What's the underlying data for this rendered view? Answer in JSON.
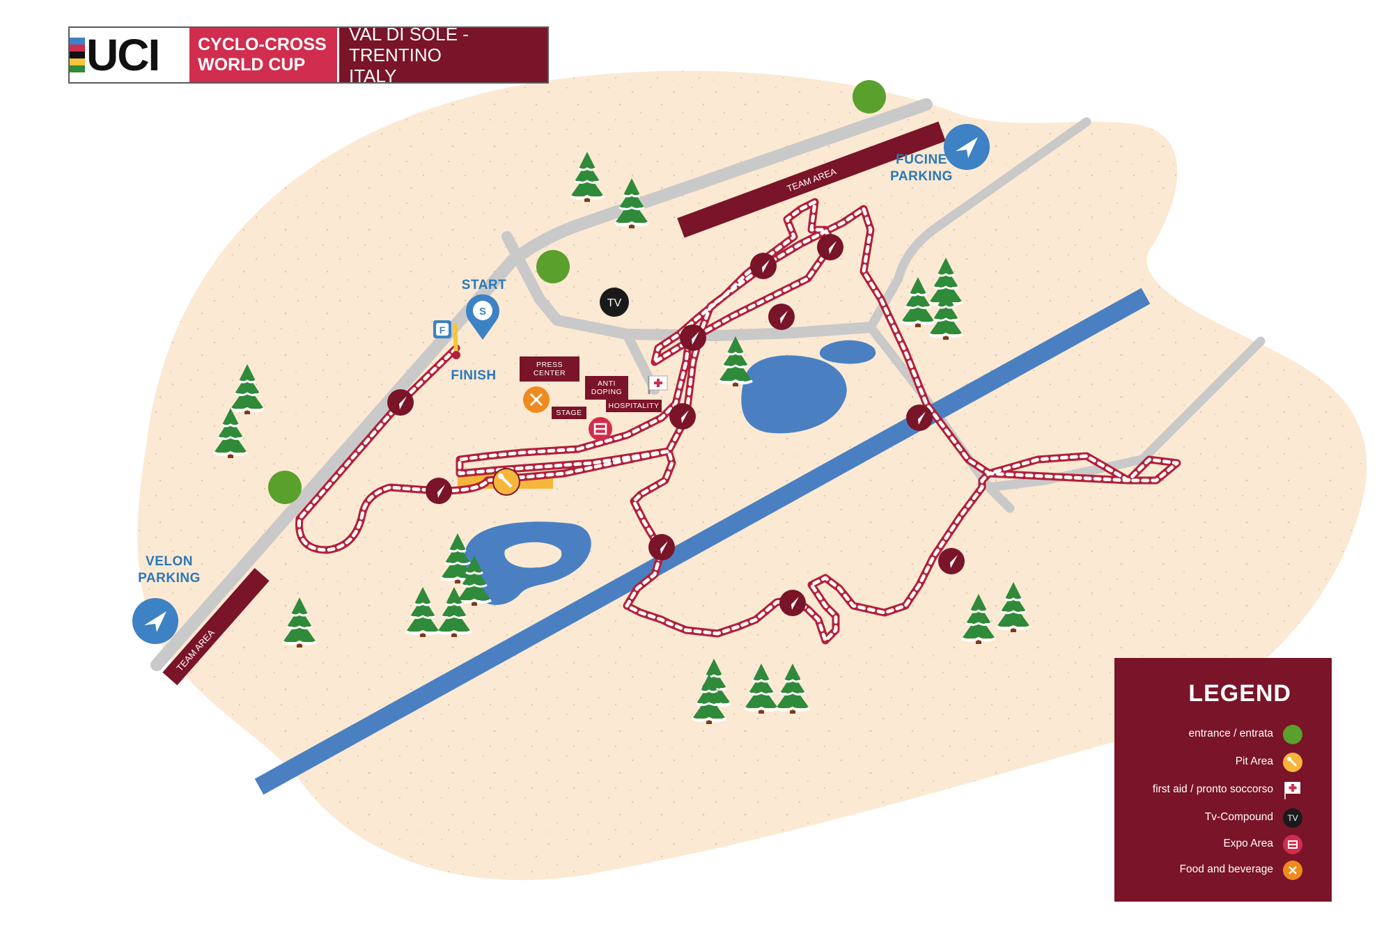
{
  "header": {
    "brand": "UCI",
    "event_line1": "CYCLO-CROSS",
    "event_line2": "WORLD CUP",
    "place_line1": "VAL DI SOLE - TRENTINO",
    "place_line2": "ITALY"
  },
  "labels": {
    "start": "START",
    "start_marker": "S",
    "finish": "FINISH",
    "finish_marker": "F",
    "tv": "TV",
    "team_area_top": "TEAM AREA",
    "team_area_left": "TEAM AREA",
    "fucine_parking": [
      "FUCINE",
      "PARKING"
    ],
    "velon_parking": [
      "VELON",
      "PARKING"
    ],
    "press_center": [
      "PRESS",
      "CENTER"
    ],
    "anti_doping": [
      "ANTI",
      "DOPING"
    ],
    "stage": "STAGE",
    "hospitality": "HOSPITALITY"
  },
  "legend": {
    "title": "LEGEND",
    "items": [
      {
        "label": "entrance / entrata",
        "icon": "green-dot-icon"
      },
      {
        "label": "Pit Area",
        "icon": "wrench-icon"
      },
      {
        "label": "first aid / pronto soccorso",
        "icon": "first-aid-flag-icon"
      },
      {
        "label": "Tv-Compound",
        "icon": "tv-icon",
        "symbol_text": "TV"
      },
      {
        "label": "Expo Area",
        "icon": "expo-icon"
      },
      {
        "label": "Food and beverage",
        "icon": "fork-knife-icon"
      }
    ]
  },
  "colors": {
    "ground": "#fbe9d3",
    "road": "#c9c9c9",
    "river": "#4a80c2",
    "course": "#b32038",
    "maroon": "#7a1428",
    "entrance": "#5aa02c",
    "pit": "#f6b53b",
    "food": "#f08a1c",
    "uci_red": "#d12d4e",
    "label_blue": "#2a78b8"
  }
}
